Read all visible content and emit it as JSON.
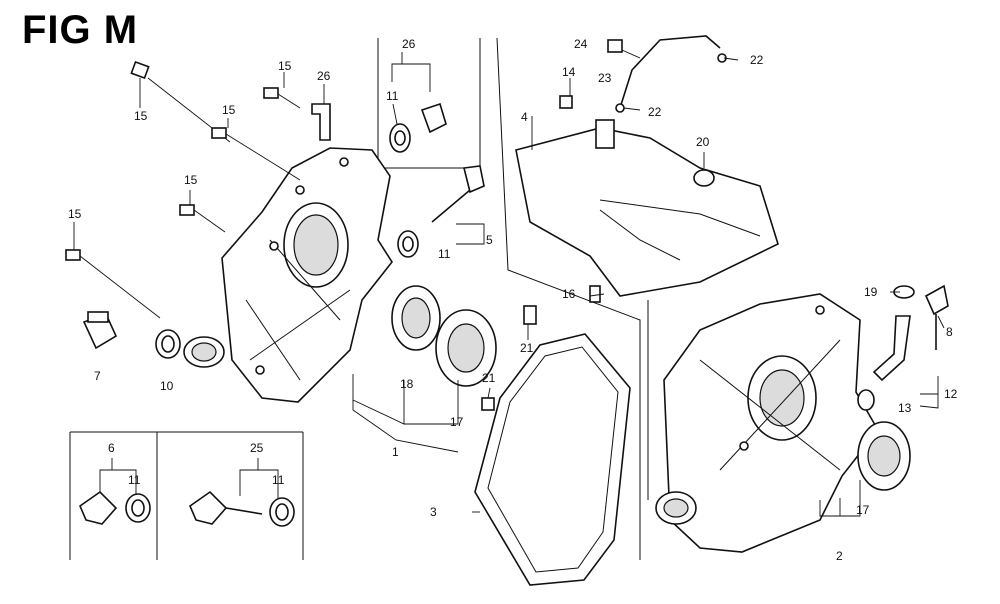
{
  "figure": {
    "title": "FIG M"
  },
  "callouts": {
    "c1": "1",
    "c2": "2",
    "c3": "3",
    "c4": "4",
    "c5": "5",
    "c6": "6",
    "c7": "7",
    "c8": "8",
    "c10": "10",
    "c11_top": "11",
    "c11_mid": "11",
    "c11_b6": "11",
    "c11_b25": "11",
    "c12": "12",
    "c13": "13",
    "c14": "14",
    "c15_a": "15",
    "c15_b": "15",
    "c15_c": "15",
    "c15_d": "15",
    "c15_e": "15",
    "c16": "16",
    "c17_a": "17",
    "c17_b": "17",
    "c18": "18",
    "c19": "19",
    "c20": "20",
    "c21_a": "21",
    "c21_b": "21",
    "c22_a": "22",
    "c22_b": "22",
    "c23": "23",
    "c24": "24",
    "c25": "25",
    "c26_a": "26",
    "c26_b": "26"
  }
}
